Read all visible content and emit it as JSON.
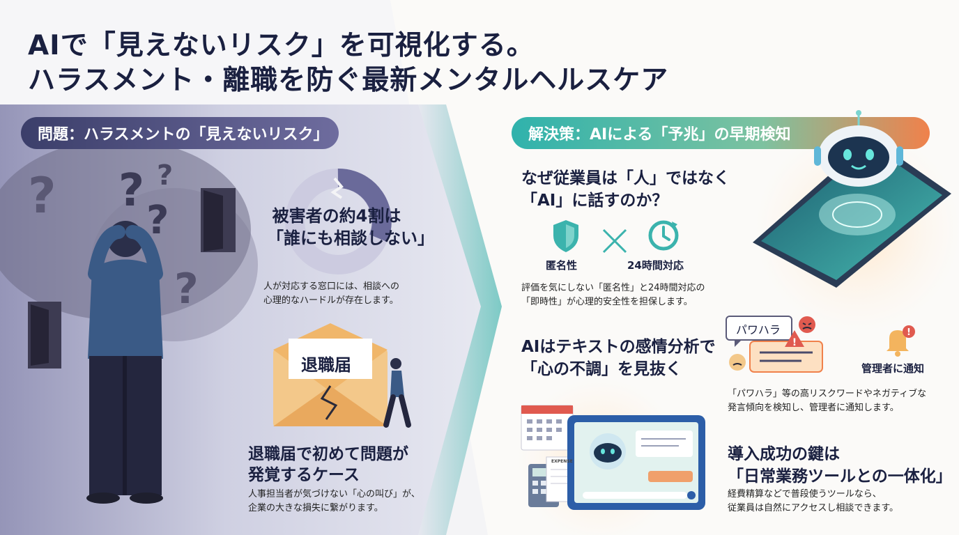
{
  "title": {
    "line1": "AIで「見えないリスク」を可視化する。",
    "line2": "ハラスメント・離職を防ぐ最新メンタルヘルスケア"
  },
  "problem": {
    "header": "問題：ハラスメントの「見えないリスク」",
    "stat_line1": "被害者の約4割は",
    "stat_line2": "「誰にも相談しない」",
    "stat_share": 0.4,
    "stat_desc_line1": "人が対応する窓口には、相談への",
    "stat_desc_line2": "心理的なハードルが存在します。",
    "letter_label": "退職届",
    "case_line1": "退職届で初めて問題が",
    "case_line2": "発覚するケース",
    "case_desc_line1": "人事担当者が気づけない「心の叫び」が、",
    "case_desc_line2": "企業の大きな損失に繋がります。"
  },
  "solution": {
    "header": "解決策：AIによる「予兆」の早期検知",
    "why_line1": "なぜ従業員は「人」ではなく",
    "why_line2": "「AI」に話すのか？",
    "anon_label": "匿名性",
    "hours_label": "24時間対応",
    "why_desc_line1": "評価を気にしない「匿名性」と24時間対応の",
    "why_desc_line2": "「即時性」が心理的安全性を担保します。",
    "emotion_line1": "AIはテキストの感情分析で",
    "emotion_line2": "「心の不調」を見抜く",
    "bubble_word": "パワハラ",
    "notify_label": "管理者に通知",
    "emotion_desc_line1": "「パワハラ」等の高リスクワードやネガティブな",
    "emotion_desc_line2": "発言傾向を検知し、管理者に通知します。",
    "key_line1": "導入成功の鍵は",
    "key_line2": "「日常業務ツールとの一体化」",
    "key_desc_line1": "経費精算などで普段使うツールなら、",
    "key_desc_line2": "従業員は自然にアクセスし相談できます。",
    "doc_label": "EXPENSE"
  },
  "colors": {
    "navy": "#1a2040",
    "teal": "#3bb3ad",
    "orange": "#f0814b",
    "purple": "#6a6a9a"
  }
}
